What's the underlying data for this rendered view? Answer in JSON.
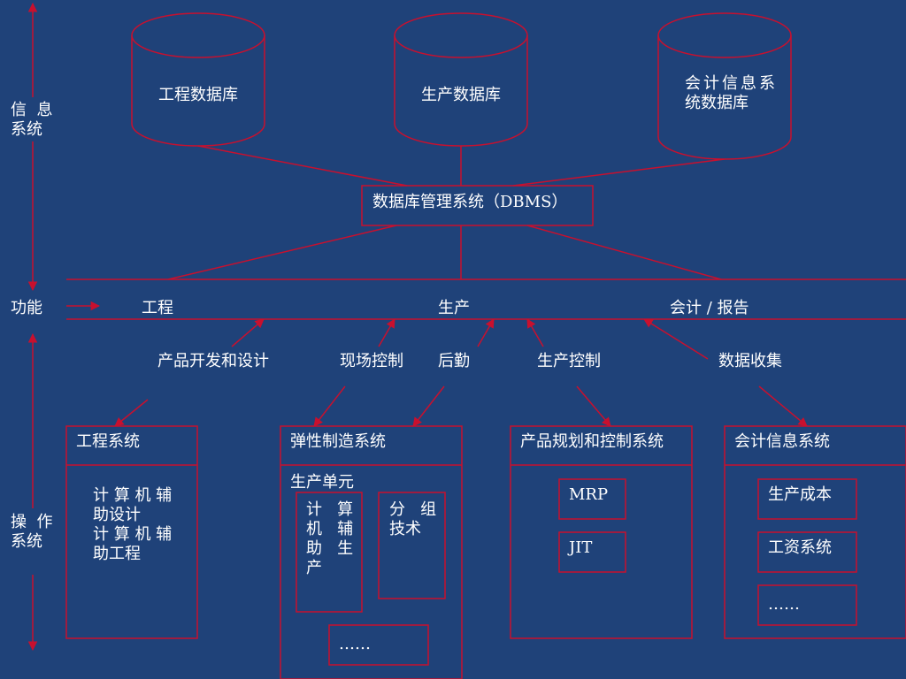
{
  "databases": {
    "engineering": "工程数据库",
    "production": "生产数据库",
    "accounting_line1": "会计信息系",
    "accounting_line2": "统数据库"
  },
  "dbms_label": "数据库管理系统（DBMS）",
  "side_labels": {
    "info_line1": "信  息",
    "info_line2": "系统",
    "function": "功能",
    "ops_line1": "操  作",
    "ops_line2": "系统"
  },
  "function_row": {
    "engineering": "工程",
    "production": "生产",
    "accounting_report": "会计 / 报告"
  },
  "activities": {
    "product_dev": "产品开发和设计",
    "shop_floor": "现场控制",
    "logistics": "后勤",
    "production_control": "生产控制",
    "data_collection": "数据收集"
  },
  "systems": {
    "engineering": {
      "title": "工程系统",
      "lines": [
        "计 算 机 辅",
        "助设计",
        "计 算 机 辅",
        "助工程"
      ]
    },
    "fms": {
      "title": "弹性制造系统",
      "cell": "生产单元",
      "cam_lines": [
        "计   算",
        "机   辅",
        "助   生",
        "产"
      ],
      "gt_lines": [
        "分   组",
        "技术"
      ],
      "more": "……"
    },
    "planning": {
      "title": "产品规划和控制系统",
      "mrp": "MRP",
      "jit": "JIT"
    },
    "accounting": {
      "title": "会计信息系统",
      "cost": "生产成本",
      "payroll": "工资系统",
      "more": "……"
    }
  },
  "colors": {
    "background": "#1f4279",
    "line": "#c8102e",
    "text": "#ffffff"
  }
}
